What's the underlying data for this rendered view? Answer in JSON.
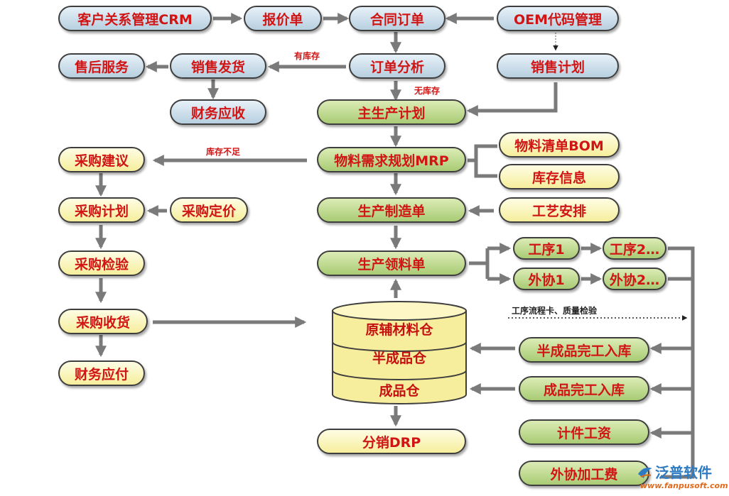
{
  "nodes": {
    "crm": "客户关系管理CRM",
    "quote": "报价单",
    "contract": "合同订单",
    "oem": "OEM代码管理",
    "after_sales": "售后服务",
    "sales_delivery": "销售发货",
    "order_analysis": "订单分析",
    "sales_plan": "销售计划",
    "finance_receivable": "财务应收",
    "master_plan": "主生产计划",
    "mrp": "物料需求规划MRP",
    "bom": "物料清单BOM",
    "inventory_info": "库存信息",
    "purchase_suggestion": "采购建议",
    "purchase_plan": "采购计划",
    "purchase_pricing": "采购定价",
    "production_order": "生产制造单",
    "process_arrangement": "工艺安排",
    "material_requisition": "生产领料单",
    "process1": "工序1",
    "process2": "工序2…",
    "outsource1": "外协1",
    "outsource2": "外协2…",
    "purchase_inspection": "采购检验",
    "purchase_receipt": "采购收货",
    "finance_payable": "财务应付",
    "raw_material_warehouse": "原辅材料仓",
    "semi_finished_warehouse": "半成品仓",
    "finished_warehouse": "成品仓",
    "semi_finished_inbound": "半成品完工入库",
    "finished_inbound": "成品完工入库",
    "piece_wage": "计件工资",
    "outsourcing_fee": "外协加工费",
    "distribution": "分销DRP"
  },
  "edge_labels": {
    "in_stock": "有库存",
    "out_of_stock": "无库存",
    "insufficient_stock": "库存不足",
    "process_card": "工序流程卡、质量检验"
  },
  "watermark": {
    "brand": "泛普软件",
    "url": "www.fanpusoft.com"
  },
  "colors": {
    "text": "#d11414",
    "blue_fill": "#c9dfee",
    "yellow_fill": "#f9f3b6",
    "green_fill": "#bfdc8e",
    "arrow": "#7a7a7a"
  }
}
